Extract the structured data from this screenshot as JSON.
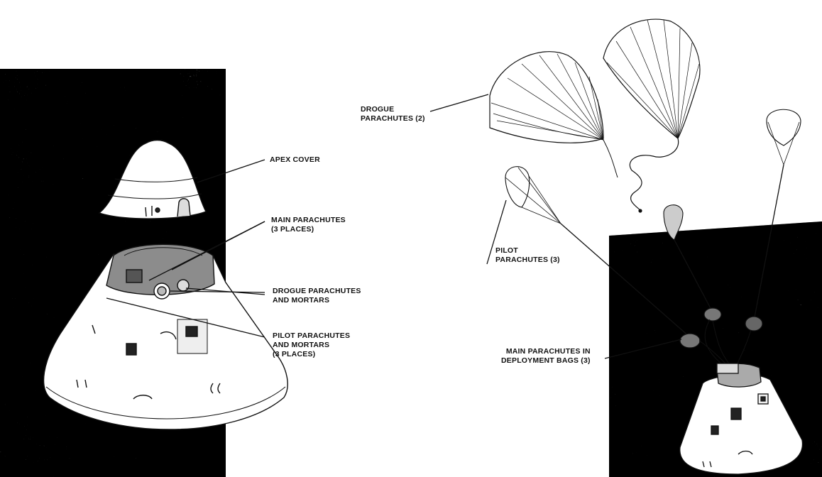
{
  "labels": {
    "apex_cover": [
      "APEX COVER"
    ],
    "main_parachutes": [
      "MAIN PARACHUTES",
      "(3 PLACES)"
    ],
    "drogue_mortars": [
      "DROGUE PARACHUTES",
      "AND MORTARS"
    ],
    "pilot_mortars": [
      "PILOT PARACHUTES",
      "AND MORTARS",
      "(3 PLACES)"
    ],
    "drogue_parachutes": [
      "DROGUE",
      "PARACHUTES (2)"
    ],
    "pilot_parachutes": [
      "PILOT",
      "PARACHUTES (3)"
    ],
    "main_bags": [
      "MAIN PARACHUTES IN",
      "DEPLOYMENT BAGS (3)"
    ]
  },
  "colors": {
    "ink": "#111111",
    "capsule_fill": "#ffffff",
    "background": "#ffffff"
  }
}
